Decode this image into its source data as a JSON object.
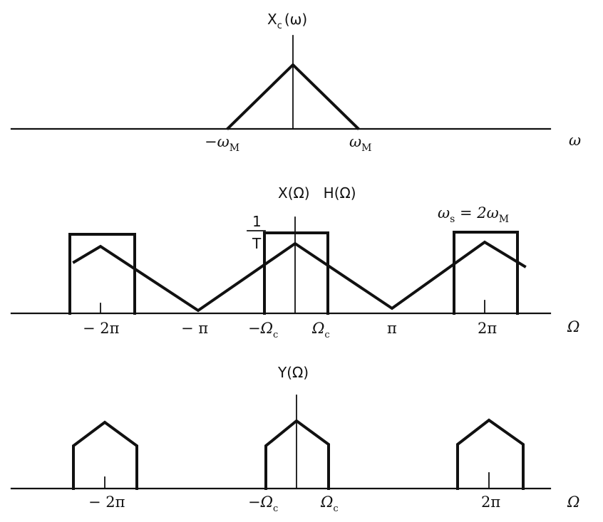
{
  "top_panel": {
    "title": {
      "main": "X",
      "sub": "c",
      "arg": "(ω)"
    },
    "ticks": [
      {
        "main": "−ω",
        "sub": "M"
      },
      {
        "main": "ω",
        "sub": "M"
      }
    ],
    "axis_label": "ω"
  },
  "middle_panel": {
    "title": "X(Ω)   H(Ω)",
    "gain_fraction": {
      "numerator": "1",
      "denominator": "T"
    },
    "sampling_note": {
      "lhs_main": "ω",
      "lhs_sub": "s",
      "rhs_main": " = 2ω",
      "rhs_sub": "M"
    },
    "ticks": [
      {
        "main": "− 2π"
      },
      {
        "main": "− π"
      },
      {
        "main": "−Ω",
        "sub": "c"
      },
      {
        "main": "Ω",
        "sub": "c"
      },
      {
        "main": "π"
      },
      {
        "main": "2π"
      }
    ],
    "axis_label": "Ω"
  },
  "bottom_panel": {
    "title": "Y(Ω)",
    "ticks": [
      {
        "main": "− 2π"
      },
      {
        "main": "−Ω",
        "sub": "c"
      },
      {
        "main": "Ω",
        "sub": "c"
      },
      {
        "main": "2π"
      }
    ],
    "axis_label": "Ω"
  }
}
